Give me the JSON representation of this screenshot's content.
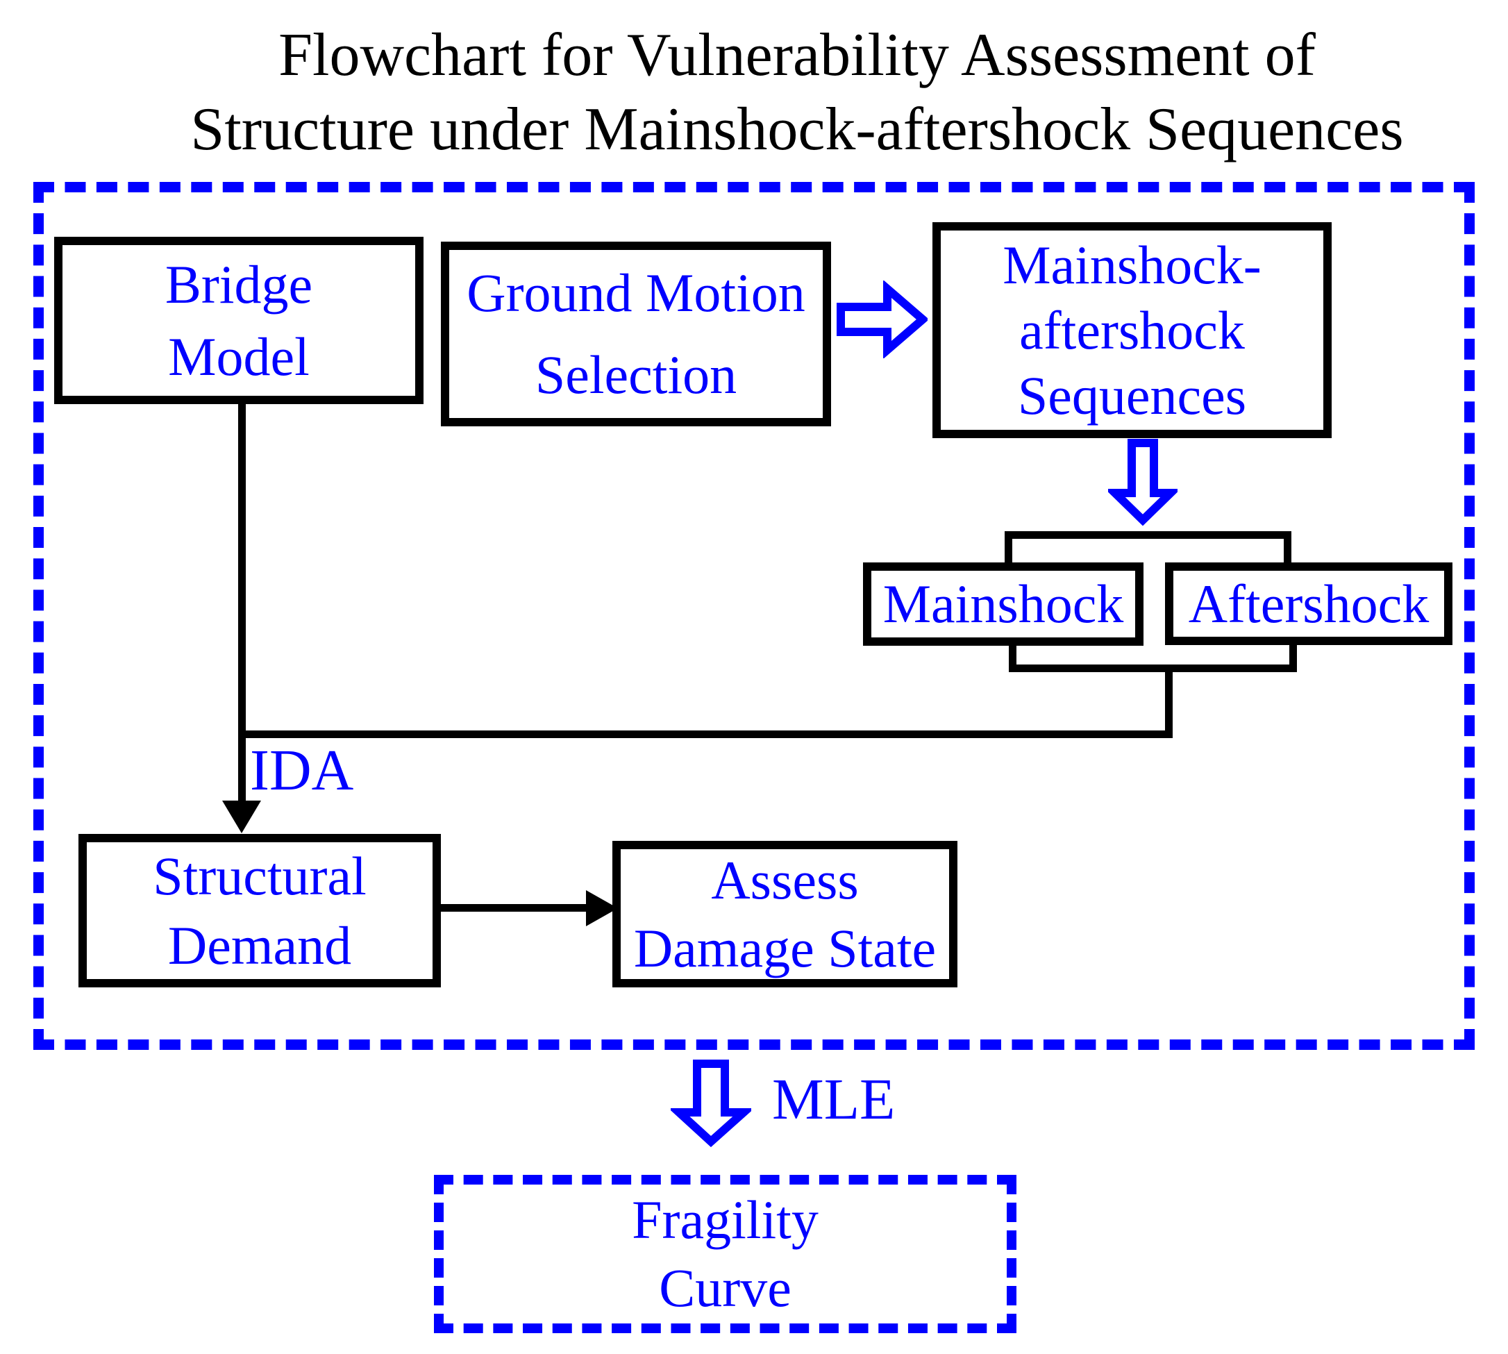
{
  "title": {
    "line1": "Flowchart for Vulnerability Assessment of",
    "line2": "Structure under Mainshock-aftershock Sequences"
  },
  "colors": {
    "accent": "#0000ff",
    "line": "#000000",
    "background": "#ffffff"
  },
  "boxes": {
    "bridge_model": {
      "line1": "Bridge",
      "line2": "Model"
    },
    "ground_motion": {
      "line1": "Ground Motion",
      "line2": "Selection"
    },
    "ma_sequences": {
      "line1": "Mainshock-",
      "line2": "aftershock",
      "line3": "Sequences"
    },
    "mainshock": {
      "label": "Mainshock"
    },
    "aftershock": {
      "label": "Aftershock"
    },
    "structural_demand": {
      "line1": "Structural",
      "line2": "Demand"
    },
    "assess_damage": {
      "line1": "Assess",
      "line2": "Damage State"
    },
    "fragility_curve": {
      "line1": "Fragility",
      "line2": "Curve"
    }
  },
  "labels": {
    "ida": "IDA",
    "mle": "MLE"
  }
}
